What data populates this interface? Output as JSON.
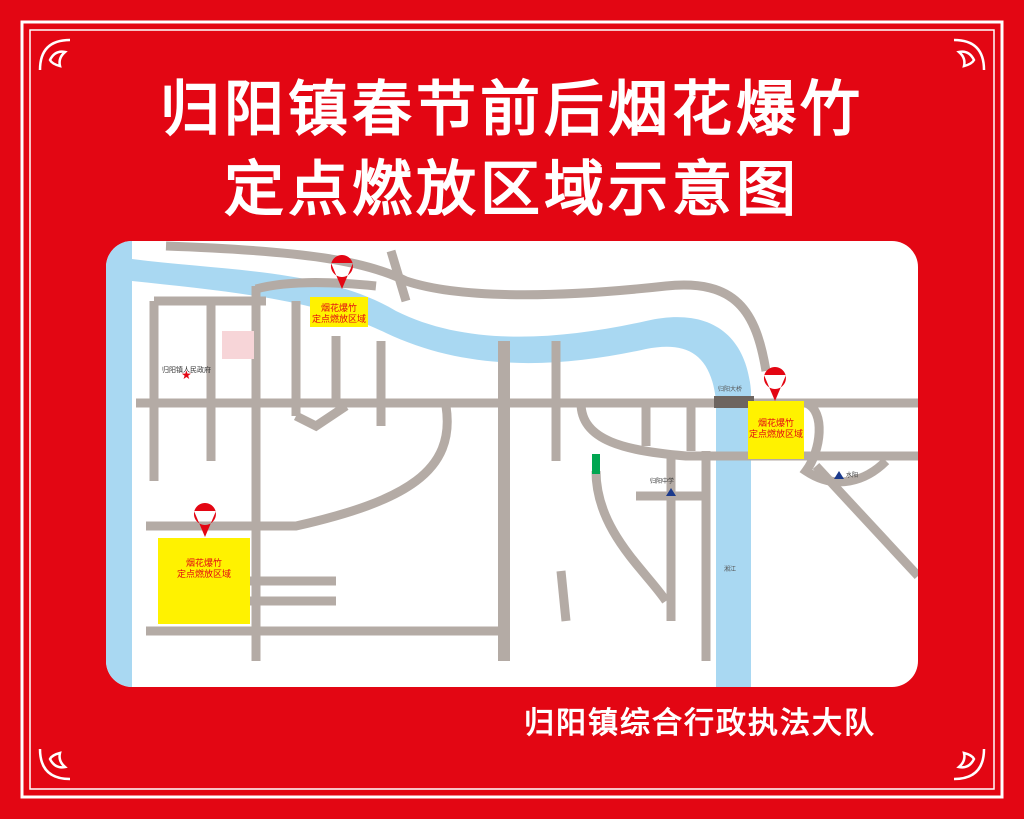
{
  "title": {
    "line1": "归阳镇春节前后烟花爆竹",
    "line2": "定点燃放区域示意图"
  },
  "footer": "归阳镇综合行政执法大队",
  "zones": [
    {
      "line1": "烟花爆竹",
      "line2": "定点燃放区域"
    },
    {
      "line1": "烟花爆竹",
      "line2": "定点燃放区域"
    },
    {
      "line1": "烟花爆竹",
      "line2": "定点燃放区域"
    }
  ],
  "places": {
    "government": "归阳镇人民政府",
    "middle_school": "归阳中学",
    "river": "湘江",
    "bridge": "归阳大桥",
    "shuiyang": "水阳"
  },
  "colors": {
    "background": "#e30613",
    "road": "#b4aba5",
    "river": "#a9d8f2",
    "zone": "#fff200",
    "marker": "#e30613"
  }
}
